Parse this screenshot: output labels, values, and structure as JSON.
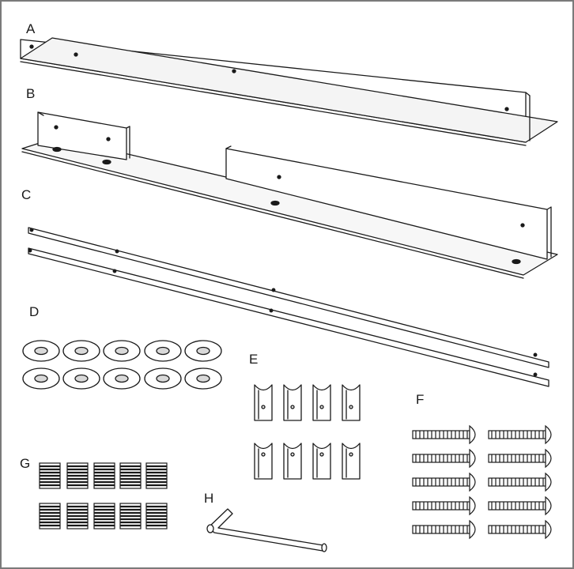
{
  "labels": {
    "a": "A",
    "b": "B",
    "c": "C",
    "d": "D",
    "e": "E",
    "f": "F",
    "g": "G",
    "h": "H"
  },
  "parts": {
    "washers": {
      "count": 10
    },
    "clips": {
      "count": 8
    },
    "bolts": {
      "count": 10
    },
    "set_screws": {
      "count": 10
    },
    "hex_key": {
      "count": 1
    }
  },
  "colors": {
    "line": "#1a1a1a",
    "frame": "#7a7a7a",
    "shade": "#d9d9d9"
  }
}
